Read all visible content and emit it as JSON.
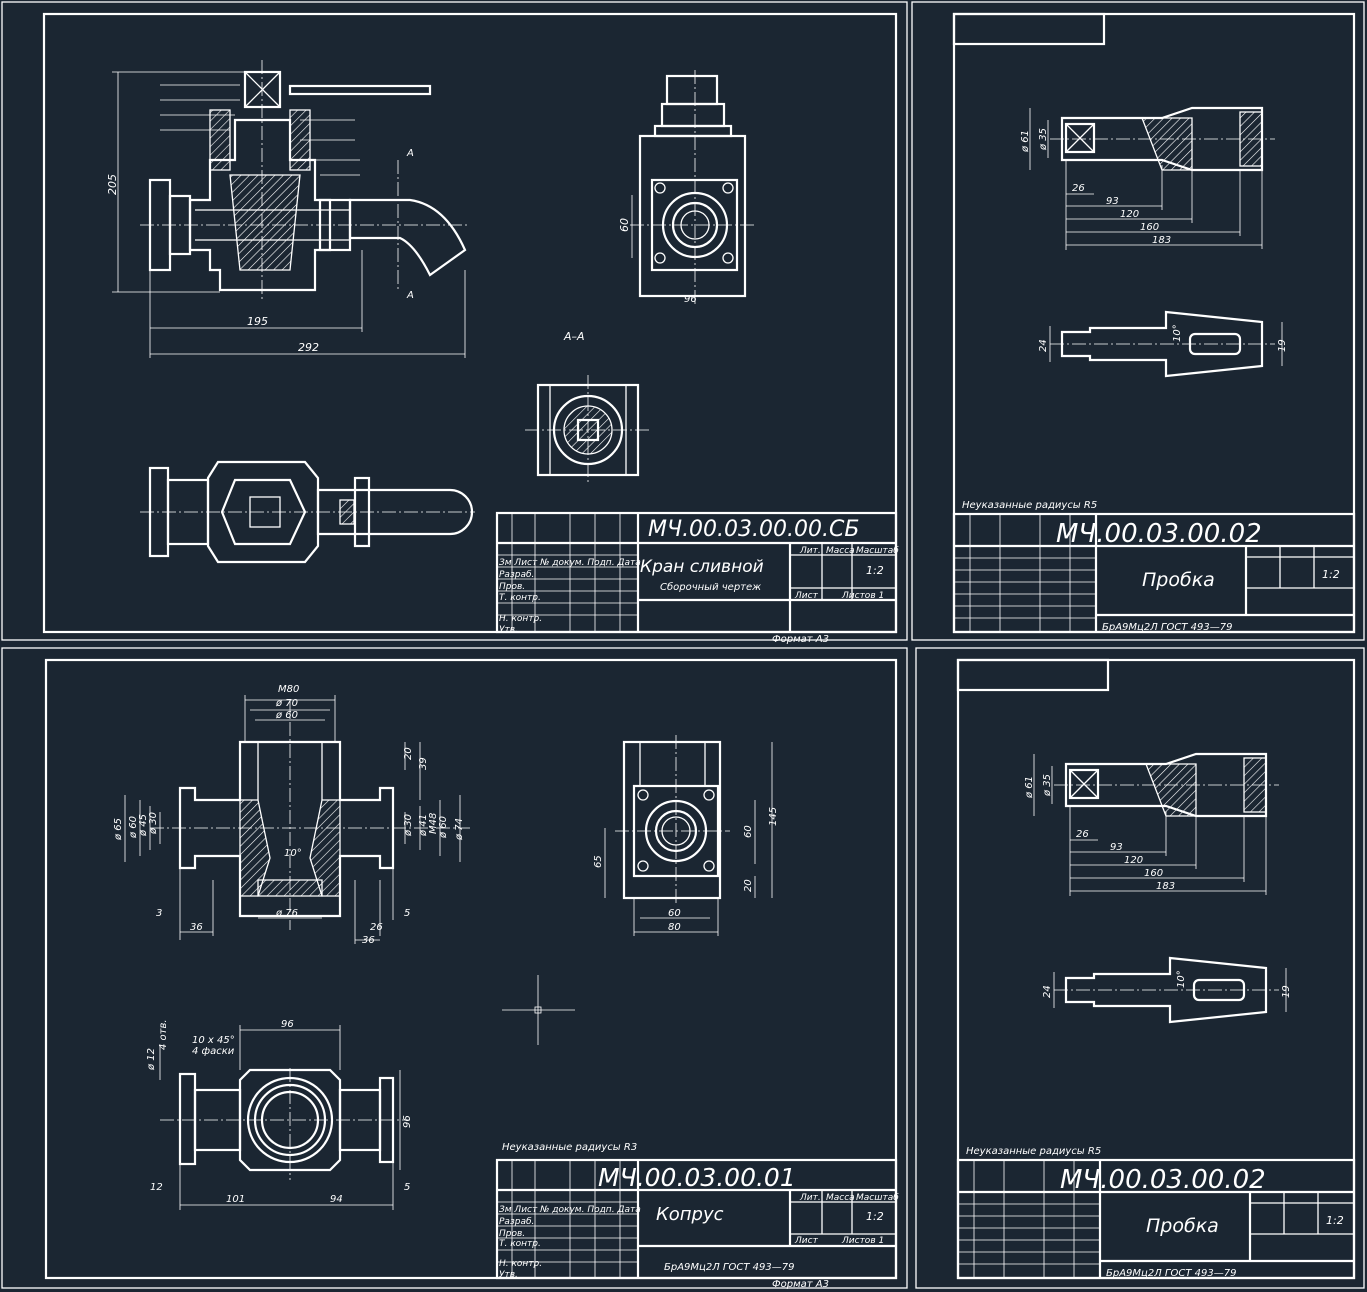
{
  "sheets": {
    "assembly": {
      "code": "МЧ.00.03.00.00.СБ",
      "name": "Кран сливной",
      "subtitle": "Сборочный чертеж",
      "scale": "1:2",
      "format": "Формат А3",
      "section_label": "А–А",
      "cut_label": "А",
      "dims": {
        "height": "205",
        "width1": "195",
        "width2": "292",
        "side_h": "60",
        "side_w": "96"
      }
    },
    "body": {
      "code": "МЧ.00.03.00.01",
      "name": "Копрус",
      "material": "БрА9Мц2Л  ГОСТ 493—79",
      "scale": "1:2",
      "format": "Формат А3",
      "note": "Неуказанные радиусы R3",
      "dims": {
        "m80": "M80",
        "d70": "ø 70",
        "d60": "ø 60",
        "h20": "20",
        "h39": "39",
        "d65": "ø 65",
        "d60b": "ø 60",
        "d45": "ø 45",
        "d30": "ø 30",
        "d30r": "ø 30",
        "d41": "ø 41",
        "m48": "M48",
        "d60r": "ø 60",
        "d74": "ø 74",
        "angle": "10°",
        "d76": "ø 76",
        "l3": "3",
        "l36": "36",
        "l26": "26",
        "l5": "5",
        "l36b": "36",
        "s60": "60",
        "s145": "145",
        "s65": "65",
        "s20": "20",
        "s60w": "60",
        "s80w": "80",
        "p96": "96",
        "holes": "ø 12",
        "holes2": "4 отв.",
        "chamfer": "10 x 45°",
        "chamfer2": "4 фаски",
        "p96v": "96",
        "p12": "12",
        "p101": "101",
        "p94": "94",
        "p5": "5"
      }
    },
    "plug": {
      "code": "МЧ.00.03.00.02",
      "name": "Пробка",
      "material": "БрА9Мц2Л  ГОСТ 493—79",
      "scale": "1:2",
      "note": "Неуказанные радиусы R5",
      "dims": {
        "d61": "ø 61",
        "d35": "ø 35",
        "l26": "26",
        "l93": "93",
        "l120": "120",
        "l160": "160",
        "l183": "183",
        "h24": "24",
        "a10": "10°",
        "h19": "19"
      }
    },
    "title_block": {
      "row1": "Зм Лист № докум. Подп. Дата",
      "razrab": "Разраб.",
      "prov": "Пров.",
      "tkontr": "Т. контр.",
      "nkontr": "Н. контр.",
      "utv": "Утв.",
      "lit": "Лит.",
      "massa": "Масса",
      "masshtab": "Масштаб",
      "list": "Лист",
      "listov": "Листов 1"
    }
  },
  "colors": {
    "background": "#1b2632",
    "lines": "#ffffff"
  }
}
